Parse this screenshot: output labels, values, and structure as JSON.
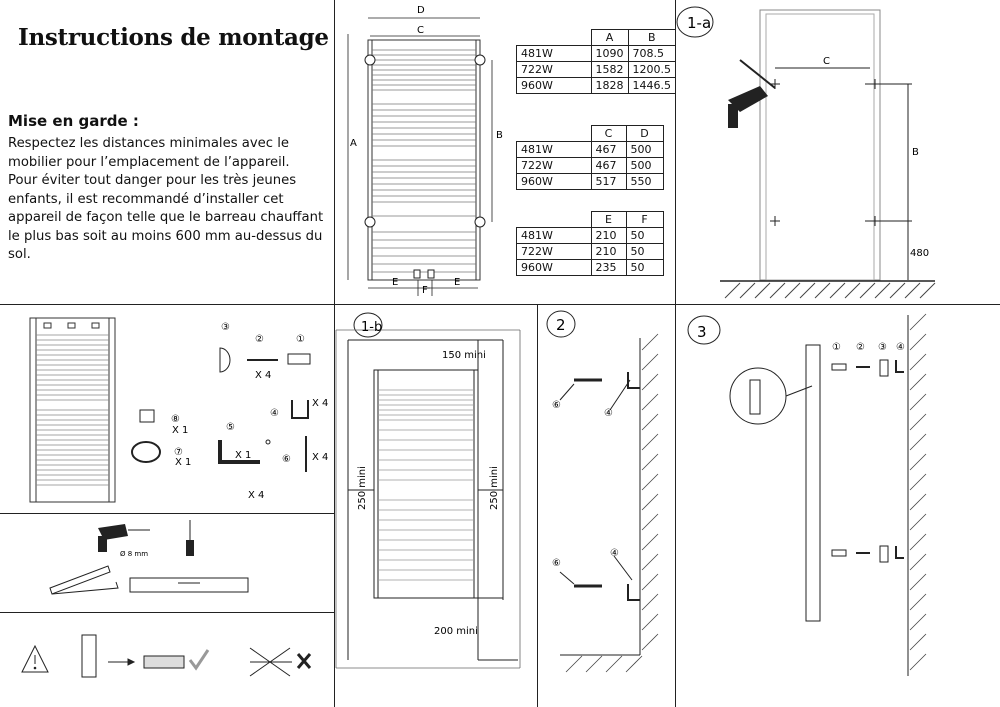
{
  "title": "Instructions de montage",
  "warning": {
    "heading": "Mise en garde :",
    "lines": [
      "Respectez les distances minimales avec le mobilier pour l’emplacement de l’appareil.",
      "Pour éviter tout danger pour les très jeunes enfants, il est recommandé d’installer cet appareil de façon telle que le barreau chauffant le plus bas soit au moins 600 mm au-dessus du sol."
    ]
  },
  "dimension_labels": {
    "A": "A",
    "B": "B",
    "C": "C",
    "D": "D",
    "E": "E",
    "F": "F"
  },
  "tables": [
    {
      "headers": [
        "A",
        "B"
      ],
      "rows": [
        [
          "481W",
          "1090",
          "708.5"
        ],
        [
          "722W",
          "1582",
          "1200.5"
        ],
        [
          "960W",
          "1828",
          "1446.5"
        ]
      ]
    },
    {
      "headers": [
        "C",
        "D"
      ],
      "rows": [
        [
          "481W",
          "467",
          "500"
        ],
        [
          "722W",
          "467",
          "500"
        ],
        [
          "960W",
          "517",
          "550"
        ]
      ]
    },
    {
      "headers": [
        "E",
        "F"
      ],
      "rows": [
        [
          "481W",
          "210",
          "50"
        ],
        [
          "722W",
          "210",
          "50"
        ],
        [
          "960W",
          "235",
          "50"
        ]
      ]
    }
  ],
  "steps": {
    "s1a": "1-a",
    "s1b": "1-b",
    "s2": "2",
    "s3": "3"
  },
  "fig1a": {
    "c": "C",
    "b": "B",
    "h": "480"
  },
  "fig1b": {
    "top": "150 mini",
    "left": "250 mini",
    "right": "250 mini",
    "bottom": "200 mini"
  },
  "parts": {
    "qty_x4_a": "X 4",
    "qty_x4_b": "X 4",
    "qty_x4_c": "X 4",
    "qty_x4_d": "X 4",
    "qty_x1_a": "X 1",
    "qty_x1_b": "X 1",
    "qty_x1_c": "X 1",
    "n1": "①",
    "n2": "②",
    "n3": "③",
    "n4": "④",
    "n5": "⑤",
    "n6": "⑥",
    "n7": "⑦",
    "n8": "⑧"
  },
  "tools": {
    "drill_bit": "Ø 8 mm"
  },
  "fig2": {
    "n4": "④",
    "n6": "⑥"
  },
  "fig3": {
    "n1": "①",
    "n2": "②",
    "n3": "③",
    "n4": "④"
  }
}
